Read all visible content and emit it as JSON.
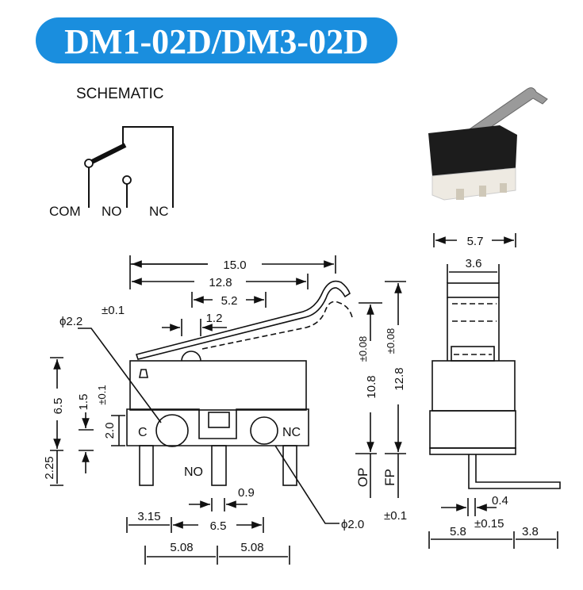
{
  "title": "DM1-02D/DM3-02D",
  "colors": {
    "title_bg": "#1a8ede",
    "title_text": "#ffffff"
  },
  "schematic": {
    "heading": "SCHEMATIC",
    "labels": [
      "COM",
      "NO",
      "NC"
    ]
  },
  "front_view": {
    "pin_labels": {
      "c": "C",
      "no": "NO",
      "nc": "NC"
    },
    "dims": {
      "overall_length": "15.0",
      "lever_length": "12.8",
      "roller_pos": "5.2",
      "roller_offset": "1.2",
      "hole_large": "ϕ2.2",
      "hole_large_tol": "±0.1",
      "hole_small": "ϕ2.0",
      "hole_small_tol": "±0.1",
      "body_height": "6.5",
      "hole_offset": "1.5",
      "hole_height": "2.0",
      "hole_height_tol": "±0.1",
      "pin_length": "2.25",
      "pin_width": "0.9",
      "hole_edge": "3.15",
      "hole_spacing": "6.5",
      "pin_pitch_left": "5.08",
      "pin_pitch_right": "5.08",
      "op_height": "10.8",
      "op_tol": "±0.08",
      "op_label": "OP",
      "fp_height": "12.8",
      "fp_tol": "±0.08",
      "fp_label": "FP"
    }
  },
  "side_view": {
    "dims": {
      "overall_width": "5.7",
      "plunger_width": "3.6",
      "pin_thickness": "0.4",
      "pin_offset": "5.8",
      "pin_offset_tol": "±0.15",
      "pin_bend": "3.8"
    }
  }
}
